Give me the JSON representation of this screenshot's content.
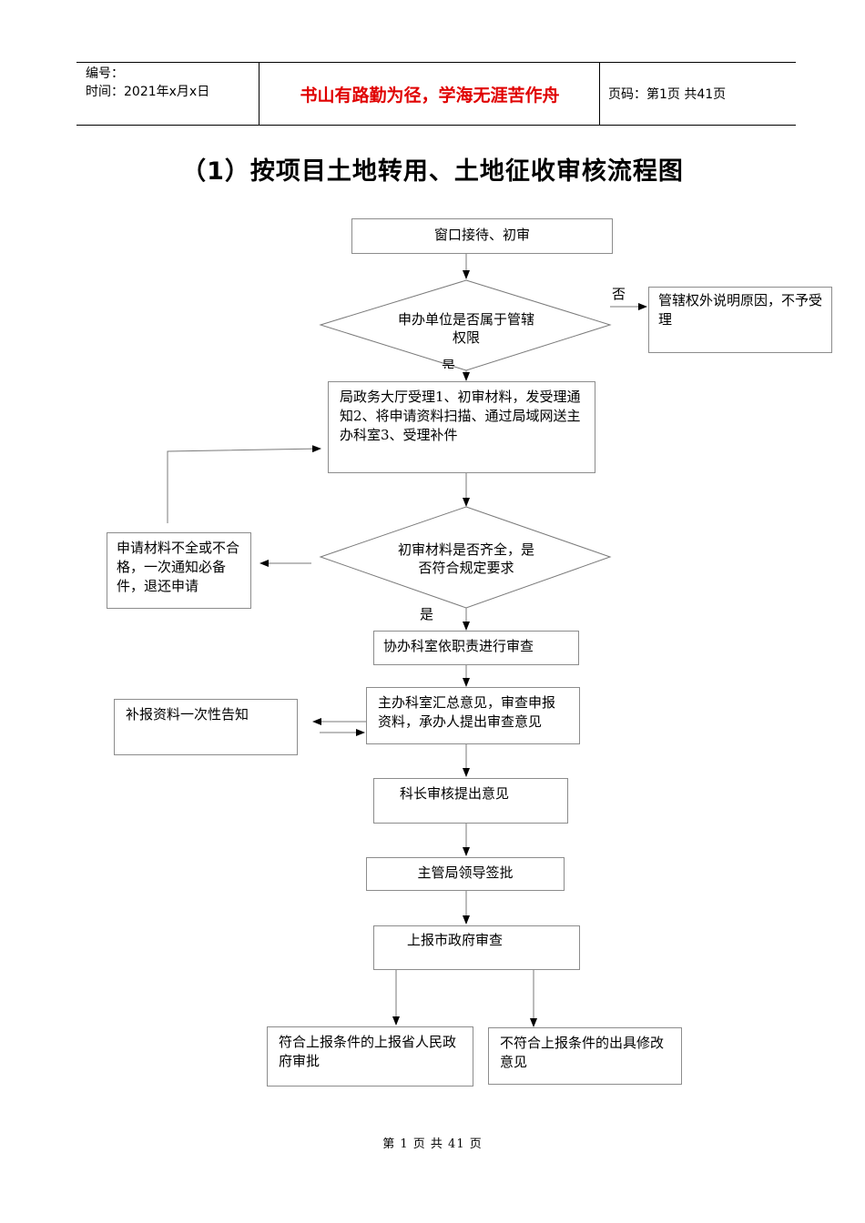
{
  "header": {
    "number_label": "编号：",
    "time_label": "时间：2021年x月x日",
    "motto": "书山有路勤为径，学海无涯苦作舟",
    "page_info": "页码：第1页  共41页"
  },
  "title": "（1）按项目土地转用、土地征收审核流程图",
  "flow": {
    "reception": "窗口接待、初审",
    "jurisdiction_question": "申办单位是否属于管辖权限",
    "no_label": "否",
    "yes_label_1": "是",
    "outside_jurisdiction": "管辖权外说明原因，不予受理",
    "hall_accept": "局政务大厅受理1、初审材料，发受理通知2、将申请资料扫描、通过局域网送主办科室3、受理补件",
    "materials_question": "初审材料是否齐全，是否符合规定要求",
    "yes_label_2": "是",
    "incomplete": "申请材料不全或不合格，一次通知必备件，退还申请",
    "assist_review": "协办科室依职责进行审查",
    "main_review": "主办科室汇总意见，审查申报资料，承办人提出审查意见",
    "supplement_notice": "补报资料一次性告知",
    "chief_review": "科长审核提出意见",
    "leader_sign": "主管局领导签批",
    "city_review": "上报市政府审查",
    "approve_path": "符合上报条件的上报省人民政府审批",
    "reject_path": "不符合上报条件的出具修改意见"
  },
  "footer": "第 1 页 共 41 页"
}
